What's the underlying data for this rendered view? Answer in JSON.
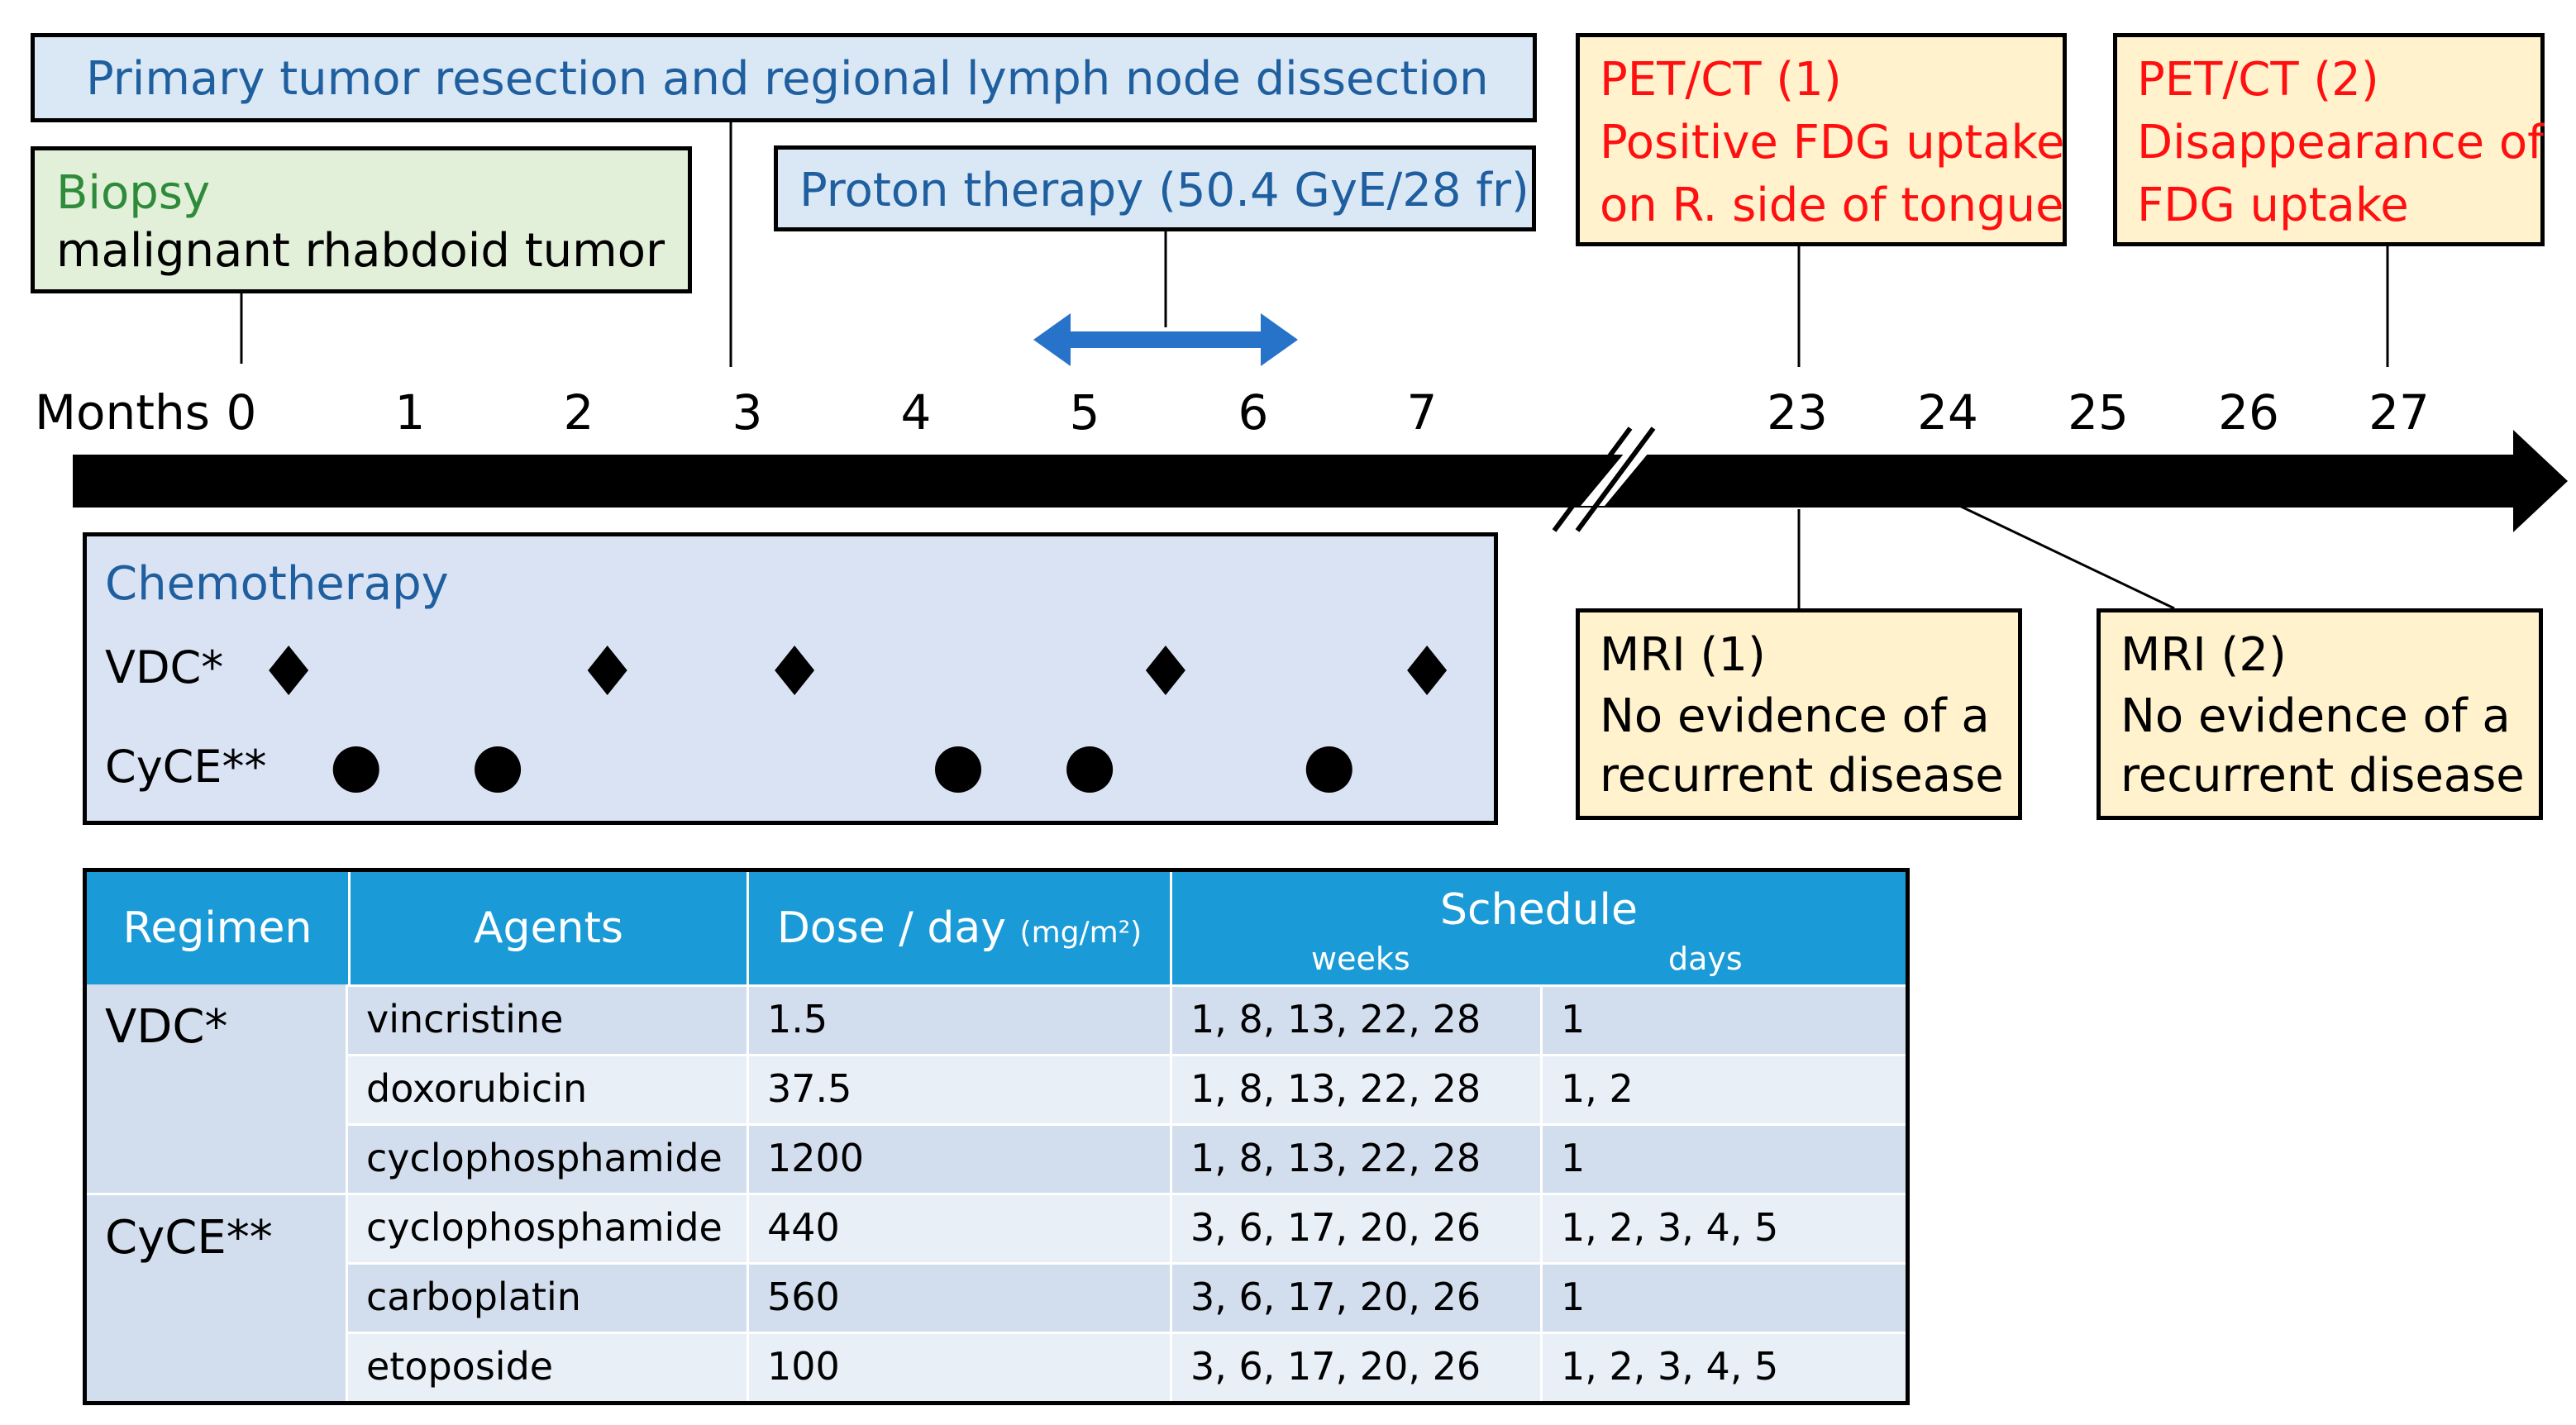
{
  "boxes": {
    "resection": "Primary tumor resection and regional lymph node dissection",
    "biopsy": {
      "title": "Biopsy",
      "text": "malignant rhabdoid tumor"
    },
    "proton": "Proton therapy (50.4 GyE/28 fr)",
    "pet1": {
      "title": "PET/CT (1)",
      "line1": "Positive FDG uptake",
      "line2": "on R. side of tongue"
    },
    "pet2": {
      "title": "PET/CT (2)",
      "line1": "Disappearance of",
      "line2": "FDG uptake"
    },
    "mri1": {
      "title": "MRI (1)",
      "line1": "No evidence of a",
      "line2": "recurrent disease"
    },
    "mri2": {
      "title": "MRI (2)",
      "line1": "No evidence of a",
      "line2": "recurrent disease"
    }
  },
  "timeline": {
    "axis_label": "Months",
    "ticks_before_break": [
      "0",
      "1",
      "2",
      "3",
      "4",
      "5",
      "6",
      "7"
    ],
    "ticks_after_break": [
      "23",
      "24",
      "25",
      "26",
      "27"
    ]
  },
  "chemo": {
    "title": "Chemotherapy",
    "vdc_label": "VDC*",
    "cyce_label": "CyCE**",
    "vdc_months": [
      0.28,
      2.17,
      3.28,
      5.48,
      7.03
    ],
    "cyce_months": [
      0.68,
      1.52,
      4.25,
      5.03,
      6.45
    ]
  },
  "table": {
    "headers": {
      "regimen": "Regimen",
      "agents": "Agents",
      "dose": "Dose / day",
      "dose_unit": "(mg/m²)",
      "schedule": "Schedule",
      "weeks": "weeks",
      "days": "days"
    },
    "groups": [
      {
        "regimen": "VDC*",
        "rows": [
          {
            "agent": "vincristine",
            "dose": "1.5",
            "weeks": "1, 8, 13, 22, 28",
            "days": "1"
          },
          {
            "agent": "doxorubicin",
            "dose": "37.5",
            "weeks": "1, 8, 13, 22, 28",
            "days": "1, 2"
          },
          {
            "agent": "cyclophosphamide",
            "dose": "1200",
            "weeks": "1, 8, 13, 22, 28",
            "days": "1"
          }
        ]
      },
      {
        "regimen": "CyCE**",
        "rows": [
          {
            "agent": "cyclophosphamide",
            "dose": "440",
            "weeks": "3, 6, 17, 20, 26",
            "days": "1, 2, 3, 4, 5"
          },
          {
            "agent": "carboplatin",
            "dose": "560",
            "weeks": "3, 6, 17, 20, 26",
            "days": "1"
          },
          {
            "agent": "etoposide",
            "dose": "100",
            "weeks": "3, 6, 17, 20, 26",
            "days": "1, 2, 3, 4, 5"
          }
        ]
      }
    ]
  },
  "colors": {
    "blue_box": "#dae8f5",
    "green_box": "#e2f0d9",
    "yellow_box": "#fff2cc",
    "chemo_box": "#dae3f3",
    "arrow_blue": "#2673c9",
    "red_text": "#ff1010",
    "blue_text": "#1f5fa0",
    "header_blue": "#1a9bd7",
    "row_dark": "#d2deee",
    "row_light": "#e8eff7"
  }
}
